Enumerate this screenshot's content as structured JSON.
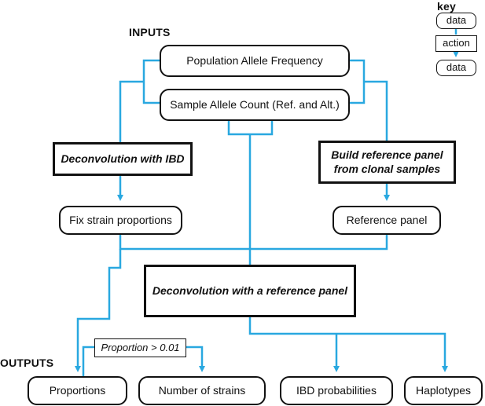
{
  "sections": {
    "inputs": "INPUTS",
    "outputs": "OUTPUTS"
  },
  "key": {
    "title": "key",
    "data1": "data",
    "action": "action",
    "data2": "data"
  },
  "nodes": {
    "population_allele_frequency": "Population Allele Frequency",
    "sample_allele_count": "Sample Allele Count (Ref. and Alt.)",
    "deconvolution_ibd": "Deconvolution with IBD",
    "build_reference_panel": "Build reference panel from clonal samples",
    "fix_strain_proportions": "Fix strain proportions",
    "reference_panel": "Reference panel",
    "deconvolution_reference": "Deconvolution with a reference panel",
    "proportion_threshold": "Proportion > 0.01",
    "proportions": "Proportions",
    "number_of_strains": "Number of strains",
    "ibd_probabilities": "IBD probabilities",
    "haplotypes": "Haplotypes"
  },
  "colors": {
    "connector": "#29a8e0",
    "border": "#111111"
  }
}
